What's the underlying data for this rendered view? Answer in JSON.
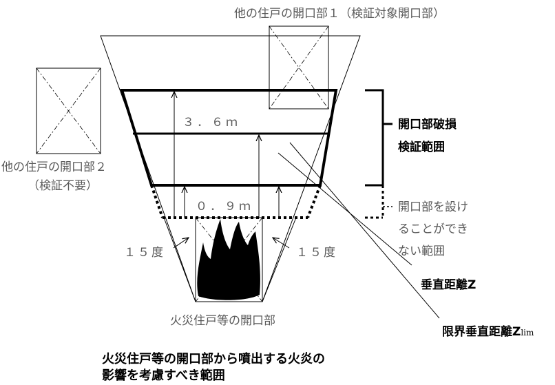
{
  "labels": {
    "opening1": "他の住戸の開口部１（検証対象開口部）",
    "opening2_line1": "他の住戸の開口部２",
    "opening2_line2": "（検証不要）",
    "dim_36": "３．６ｍ",
    "dim_09": "０．９ｍ",
    "angle_left": "１５度",
    "angle_right": "１５度",
    "bracket_main_line1": "開口部破損",
    "bracket_main_line2": "検証範囲",
    "bracket_sub_line1": "開口部を設け",
    "bracket_sub_line2": "ることができ",
    "bracket_sub_line3": "ない範囲",
    "vertical_distance": "垂直距離Z",
    "limit_vertical_distance": "限界垂直距離Z",
    "limit_subscript": "lim",
    "fire_opening": "火災住戸等の開口部",
    "caption_line1": "火災住戸等の開口部から噴出する火炎の",
    "caption_line2": "影響を考慮すべき範囲"
  }
}
